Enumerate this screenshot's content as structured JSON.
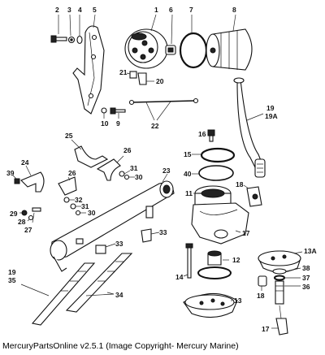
{
  "caption": "MercuryPartsOnline v2.5.1 (Image Copyright- Mercury Marine)",
  "callouts": {
    "c1": "1",
    "c2": "2",
    "c3": "3",
    "c4": "4",
    "c5": "5",
    "c6": "6",
    "c7": "7",
    "c8": "8",
    "c9": "9",
    "c10": "10",
    "c20": "20",
    "c21": "21",
    "c22": "22",
    "c19a": "19",
    "c19a2": "19A",
    "c16": "16",
    "c15": "15",
    "c40a": "40",
    "c11": "11",
    "c18a": "18",
    "c17a": "17",
    "c12": "12",
    "c14": "14",
    "c13": "13",
    "c13a": "13A",
    "c38": "38",
    "c37": "37",
    "c36": "36",
    "c18b": "18",
    "c17b": "17",
    "c25": "25",
    "c26a": "26",
    "c26b": "26",
    "c24": "24",
    "c39": "39",
    "c31a": "31",
    "c30a": "30",
    "c29": "29",
    "c28": "28",
    "c27": "27",
    "c32": "32",
    "c31b": "31",
    "c30b": "30",
    "c23": "23",
    "c33a": "33",
    "c33b": "33",
    "c19b": "19",
    "c35": "35",
    "c34": "34"
  }
}
